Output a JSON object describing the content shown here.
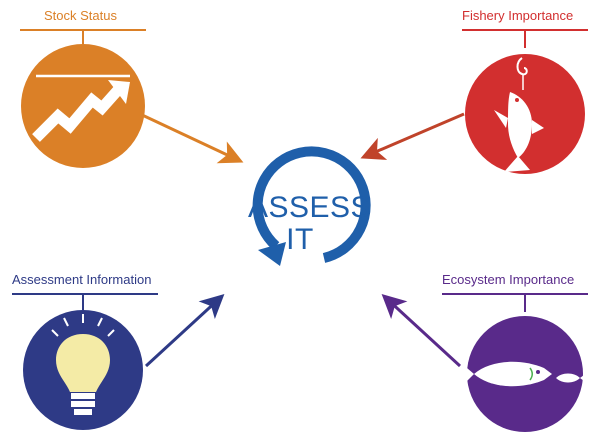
{
  "nodes": {
    "stock_status": {
      "label": "Stock Status",
      "color": "#DB8027",
      "icon": "trending-up-chart-icon"
    },
    "fishery_importance": {
      "label": "Fishery Importance",
      "color": "#D22F2F",
      "icon": "hooked-fish-icon"
    },
    "assessment_information": {
      "label": "Assessment Information",
      "color": "#2E3A86",
      "icon": "light-bulb-icon"
    },
    "ecosystem_importance": {
      "label": "Ecosystem Importance",
      "color": "#592A8A",
      "icon": "fish-eating-fish-icon"
    }
  },
  "center": {
    "line1": "ASSESS",
    "line2": "IT",
    "color": "#1F5FAA",
    "icon": "circular-refresh-arrow-icon"
  }
}
